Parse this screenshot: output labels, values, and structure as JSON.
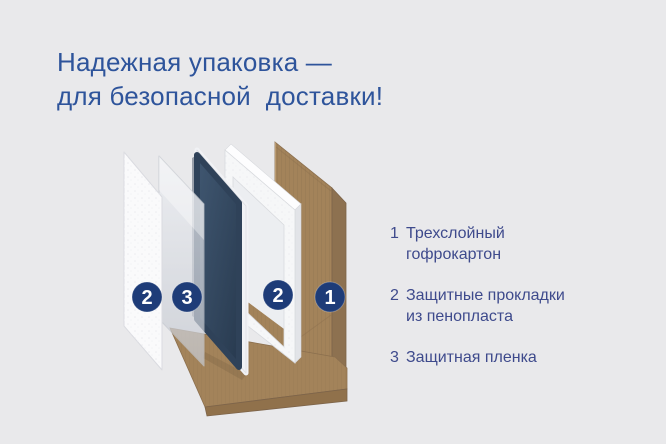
{
  "title": {
    "line1": "Надежная упаковка —",
    "line2": "для безопасной  доставки!"
  },
  "legend": [
    {
      "number": "1",
      "text": "Трехслойный гофрокартон"
    },
    {
      "number": "2",
      "text": "Защитные прокладки из пенопласта"
    },
    {
      "number": "3",
      "text": "Защитная пленка"
    }
  ],
  "diagram": {
    "badges": [
      {
        "label": "2",
        "part": "foam-pad"
      },
      {
        "label": "3",
        "part": "protective-film"
      },
      {
        "label": "2",
        "part": "foam-spacer-frame"
      },
      {
        "label": "1",
        "part": "corrugated-box"
      }
    ]
  },
  "colors": {
    "background": "#e9e9eb",
    "title_text": "#2e549b",
    "legend_text": "#3e4a8c",
    "badge_fill": "#1e3c78",
    "cardboard": "#a3835a",
    "cardboard_side": "#8d7150",
    "panel_navy": "#2e4055",
    "foam_white": "#f7f8f9"
  }
}
